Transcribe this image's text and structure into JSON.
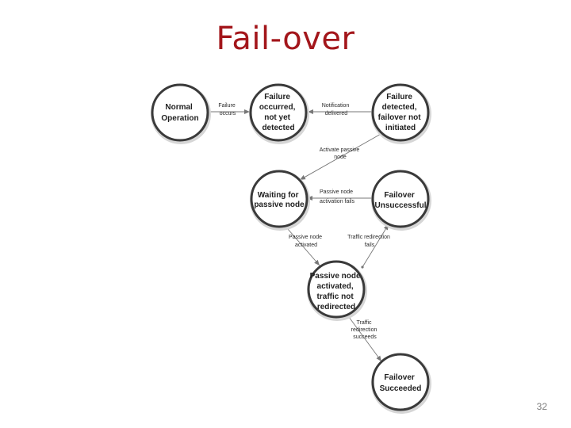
{
  "title": "Fail-over",
  "page_number": "32",
  "colors": {
    "title": "#a3161b",
    "ring": "#3a3a3a",
    "edge": "#777777"
  },
  "states": {
    "normal": [
      "Normal",
      "Operation"
    ],
    "failure_occurred": [
      "Failure",
      "occurred,",
      "not yet",
      "detected"
    ],
    "failure_detected": [
      "Failure",
      "detected,",
      "failover not",
      "initiated"
    ],
    "waiting": [
      "Waiting for",
      "passive node"
    ],
    "unsuccessful": [
      "Failover",
      "Unsuccessful"
    ],
    "passive_activated": [
      "Passive node",
      "activated,",
      "traffic not",
      "redirected"
    ],
    "succeeded": [
      "Failover",
      "Succeeded"
    ]
  },
  "transitions": {
    "failure_occurs": [
      "Failure",
      "occurs"
    ],
    "notification_delivered": [
      "Notification",
      "delivered"
    ],
    "activate_passive": [
      "Activate passive",
      "node"
    ],
    "activation_fails": [
      "Passive node",
      "activation fails"
    ],
    "passive_activated": [
      "Passive node",
      "activated"
    ],
    "redirection_fails": [
      "Traffic redirection",
      "fails"
    ],
    "redirection_succeeds": [
      "Traffic",
      "redirection",
      "succeeds"
    ]
  }
}
